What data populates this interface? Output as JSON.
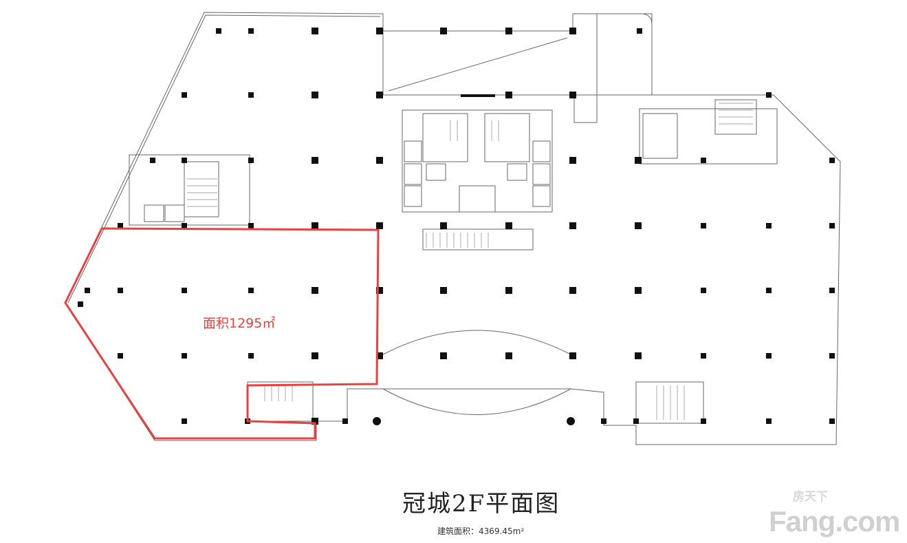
{
  "title": "冠城2F平面图",
  "building_area": "建筑面积：4369.45m²",
  "highlight_area": "面积1295㎡",
  "watermark": {
    "cn": "房天下",
    "en": "Fang.com"
  },
  "colors": {
    "highlight": "#e8413f",
    "line": "#555555",
    "column": "#111111"
  }
}
